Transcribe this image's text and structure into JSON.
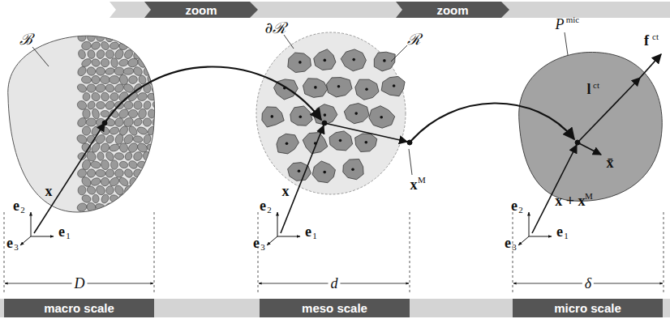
{
  "diagram": {
    "nodes": [
      {
        "text": [
          "zoom"
        ]
      },
      {
        "text": [
          "zoom"
        ]
      },
      {
        "text": [
          "macro scale"
        ]
      },
      {
        "text": [
          "meso scale"
        ]
      },
      {
        "text": [
          "micro scale"
        ]
      }
    ],
    "labels": [
      "ℬ",
      "∂ℛ",
      "ℛ",
      "P",
      "mic",
      "f",
      "ct",
      "l",
      "ct",
      "x̄",
      "x",
      "e",
      "2",
      "e",
      "1",
      "e",
      "3",
      "x",
      "e",
      "2",
      "e",
      "1",
      "e",
      "3",
      "x",
      "M",
      "x + x",
      "M",
      "e",
      "2",
      "e",
      "1",
      "e",
      "3",
      "D",
      "d",
      "δ"
    ]
  }
}
